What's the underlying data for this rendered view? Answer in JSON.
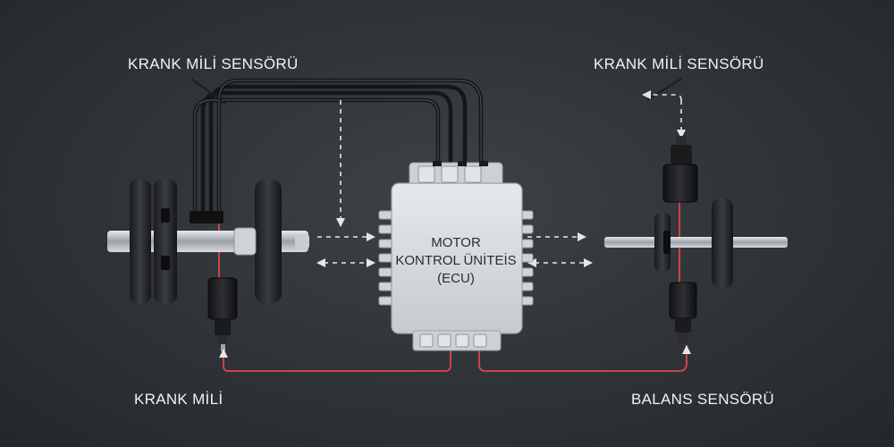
{
  "labels": {
    "top_left": "KRANK MİLİ SENSÖRÜ",
    "top_right": "KRANK MİLİ SENSÖRÜ",
    "bottom_left": "KRANK MİLİ",
    "bottom_right": "BALANS SENSÖRÜ"
  },
  "ecu": {
    "line1": "MOTOR",
    "line2": "KONTROL ÜNİTEİS",
    "line3": "(ECU)"
  },
  "colors": {
    "background": "#2f3337",
    "ecu_body": "#d8dcdf",
    "signal_wire": "#e0444a",
    "harness": "#1c1d1f",
    "arrows": "#e6e6e6",
    "label_text": "#f2f2f2"
  }
}
